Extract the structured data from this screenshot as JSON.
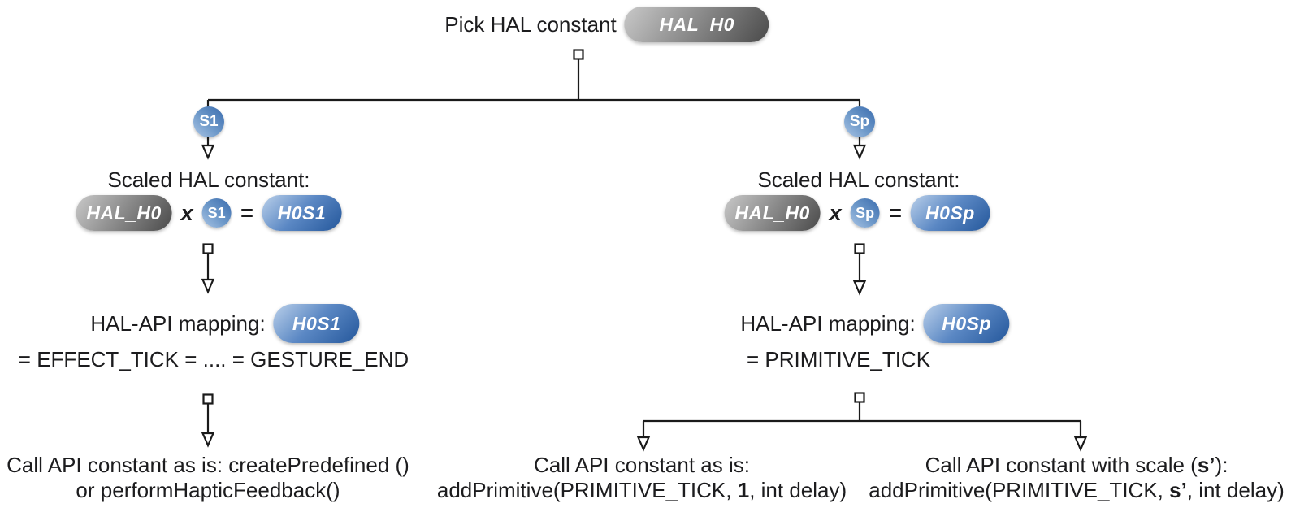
{
  "colors": {
    "text": "#1c1c1e",
    "line": "#1a1a1a",
    "pill_gray_light": "#c9c9c9",
    "pill_gray_dark": "#4a4a4a",
    "pill_blue_light": "#bad0ea",
    "pill_blue_dark": "#24579b",
    "background": "#ffffff"
  },
  "root": {
    "label": "Pick HAL constant",
    "pill": "HAL_H0"
  },
  "branch_left": {
    "badge": "S1",
    "scaled_heading": "Scaled HAL constant:",
    "hal_pill": "HAL_H0",
    "times_op": "x",
    "scale_badge": "S1",
    "equals_op": "=",
    "result_pill": "H0S1",
    "mapping_label": "HAL-API mapping:",
    "mapping_pill": "H0S1",
    "mapping_equation": "= EFFECT_TICK = .... = GESTURE_END",
    "action_line1": "Call API constant as is: createPredefined ()",
    "action_line2": "or performHapticFeedback()"
  },
  "branch_right": {
    "badge": "Sp",
    "scaled_heading": "Scaled HAL constant:",
    "hal_pill": "HAL_H0",
    "times_op": "x",
    "scale_badge": "Sp",
    "equals_op": "=",
    "result_pill": "H0Sp",
    "mapping_label": "HAL-API mapping:",
    "mapping_pill": "H0Sp",
    "mapping_equation": "= PRIMITIVE_TICK",
    "action_asis": {
      "line1": "Call API constant as is:",
      "line2_pre": "addPrimitive(PRIMITIVE_TICK, ",
      "line2_bold": "1",
      "line2_post": ", int delay)"
    },
    "action_scaled": {
      "line1_pre": "Call API constant with scale (",
      "line1_bold": "s’",
      "line1_post": "):",
      "line2_pre": "addPrimitive(PRIMITIVE_TICK, ",
      "line2_bold": "s’",
      "line2_post": ", int delay)"
    }
  }
}
